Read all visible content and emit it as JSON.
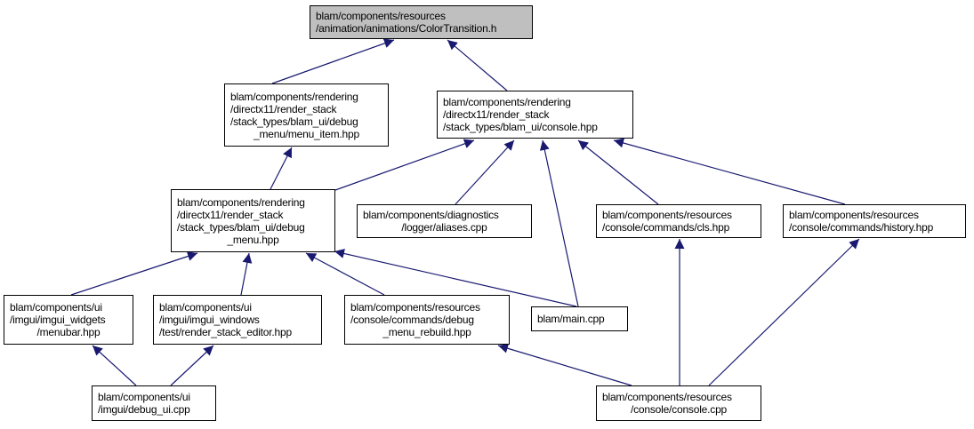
{
  "colors": {
    "edge": "#191970",
    "root_fill": "#bfbfbf",
    "node_fill": "#ffffff",
    "border": "#000000"
  },
  "nodes": [
    {
      "id": "color_transition",
      "root": true,
      "lines": [
        "blam/components/resources",
        "/animation/animations/ColorTransition.h"
      ]
    },
    {
      "id": "menu_item",
      "lines": [
        "blam/components/rendering",
        "/directx11/render_stack",
        "/stack_types/blam_ui/debug",
        "_menu/menu_item.hpp"
      ]
    },
    {
      "id": "console_hpp",
      "lines": [
        "blam/components/rendering",
        "/directx11/render_stack",
        "/stack_types/blam_ui/console.hpp"
      ]
    },
    {
      "id": "debug_menu",
      "lines": [
        "blam/components/rendering",
        "/directx11/render_stack",
        "/stack_types/blam_ui/debug",
        "_menu.hpp"
      ]
    },
    {
      "id": "aliases",
      "lines": [
        "blam/components/diagnostics",
        "/logger/aliases.cpp"
      ]
    },
    {
      "id": "cls",
      "lines": [
        "blam/components/resources",
        "/console/commands/cls.hpp"
      ]
    },
    {
      "id": "history",
      "lines": [
        "blam/components/resources",
        "/console/commands/history.hpp"
      ]
    },
    {
      "id": "menubar",
      "lines": [
        "blam/components/ui",
        "/imgui/imgui_widgets",
        "/menubar.hpp"
      ]
    },
    {
      "id": "render_stack_editor",
      "lines": [
        "blam/components/ui",
        "/imgui/imgui_windows",
        "/test/render_stack_editor.hpp"
      ]
    },
    {
      "id": "debug_menu_rebuild",
      "lines": [
        "blam/components/resources",
        "/console/commands/debug",
        "_menu_rebuild.hpp"
      ]
    },
    {
      "id": "main_cpp",
      "lines": [
        "blam/main.cpp"
      ]
    },
    {
      "id": "debug_ui",
      "lines": [
        "blam/components/ui",
        "/imgui/debug_ui.cpp"
      ]
    },
    {
      "id": "console_cpp",
      "lines": [
        "blam/components/resources",
        "/console/console.cpp"
      ]
    }
  ],
  "edges": [
    {
      "from": "menu_item",
      "to": "color_transition"
    },
    {
      "from": "console_hpp",
      "to": "color_transition"
    },
    {
      "from": "debug_menu",
      "to": "menu_item"
    },
    {
      "from": "debug_menu",
      "to": "console_hpp"
    },
    {
      "from": "aliases",
      "to": "console_hpp"
    },
    {
      "from": "main_cpp",
      "to": "console_hpp"
    },
    {
      "from": "cls",
      "to": "console_hpp"
    },
    {
      "from": "history",
      "to": "console_hpp"
    },
    {
      "from": "menubar",
      "to": "debug_menu"
    },
    {
      "from": "render_stack_editor",
      "to": "debug_menu"
    },
    {
      "from": "debug_menu_rebuild",
      "to": "debug_menu"
    },
    {
      "from": "main_cpp",
      "to": "debug_menu"
    },
    {
      "from": "debug_ui",
      "to": "menubar"
    },
    {
      "from": "debug_ui",
      "to": "render_stack_editor"
    },
    {
      "from": "console_cpp",
      "to": "debug_menu_rebuild"
    },
    {
      "from": "console_cpp",
      "to": "cls"
    },
    {
      "from": "console_cpp",
      "to": "history"
    }
  ]
}
